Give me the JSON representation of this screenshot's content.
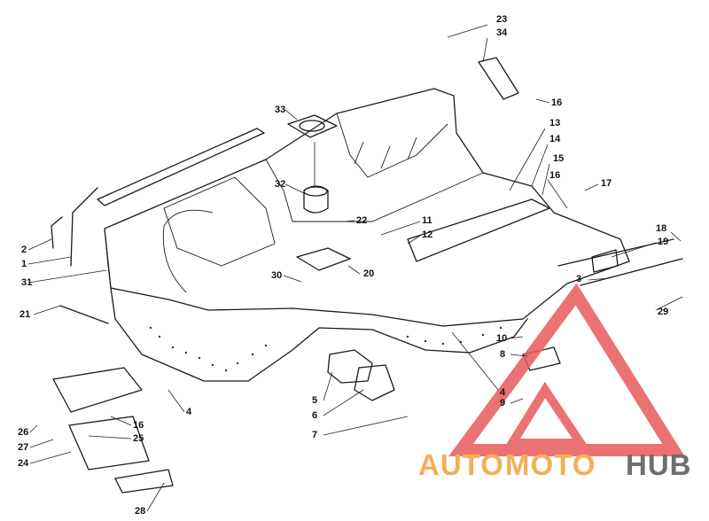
{
  "diagram": {
    "callouts": [
      {
        "label": "23"
      },
      {
        "label": "34"
      },
      {
        "label": "16"
      },
      {
        "label": "33"
      },
      {
        "label": "13"
      },
      {
        "label": "14"
      },
      {
        "label": "15"
      },
      {
        "label": "16"
      },
      {
        "label": "17"
      },
      {
        "label": "32"
      },
      {
        "label": "22"
      },
      {
        "label": "11"
      },
      {
        "label": "12"
      },
      {
        "label": "18"
      },
      {
        "label": "19"
      },
      {
        "label": "3"
      },
      {
        "label": "2"
      },
      {
        "label": "1"
      },
      {
        "label": "31"
      },
      {
        "label": "30"
      },
      {
        "label": "20"
      },
      {
        "label": "29"
      },
      {
        "label": "21"
      },
      {
        "label": "10"
      },
      {
        "label": "8"
      },
      {
        "label": "4"
      },
      {
        "label": "9"
      },
      {
        "label": "5"
      },
      {
        "label": "6"
      },
      {
        "label": "7"
      },
      {
        "label": "16"
      },
      {
        "label": "4"
      },
      {
        "label": "26"
      },
      {
        "label": "25"
      },
      {
        "label": "27"
      },
      {
        "label": "24"
      },
      {
        "label": "28"
      }
    ]
  },
  "watermark": {
    "brand_part1": "AUTO",
    "brand_part2": "MOTO",
    "brand_part3": "HUB",
    "color_primary": "#f0a23a",
    "color_secondary": "#e85a5a",
    "color_dark": "#555555"
  }
}
